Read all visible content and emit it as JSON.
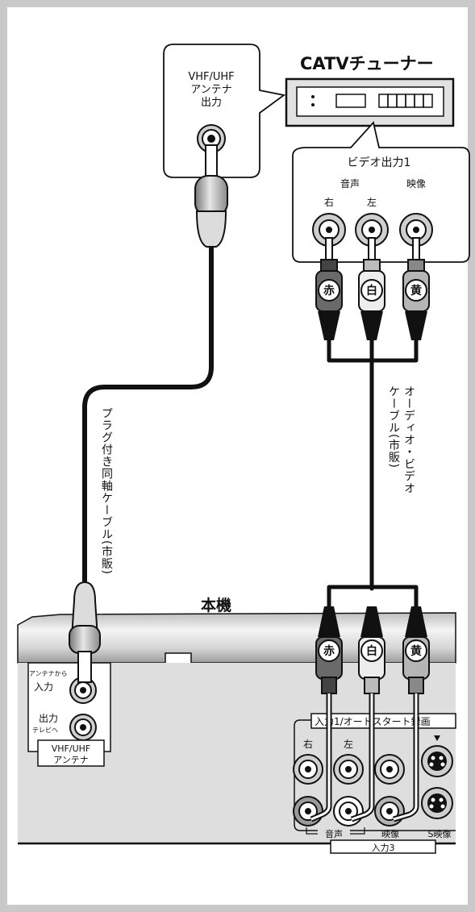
{
  "tuner": {
    "title": "CATVチューナー",
    "antenna_output": [
      "VHF/UHF",
      "アンテナ",
      "出力"
    ],
    "video_output_title": "ビデオ出力1",
    "audio_label": "音声",
    "video_label": "映像",
    "right_label": "右",
    "left_label": "左"
  },
  "plug_colors": {
    "red": "赤",
    "white": "白",
    "yellow": "黄"
  },
  "cables": {
    "coax": "プラグ付き同軸ケーブル(市販)",
    "av_line1": "オーディオ・ビデオ",
    "av_line2": "ケーブル(市販)"
  },
  "device": {
    "title": "本機",
    "antenna_in_small": "アンテナから",
    "antenna_in": "入力",
    "antenna_out": "出力",
    "antenna_out_small": "テレビへ",
    "antenna_block": [
      "VHF/UHF",
      "アンテナ"
    ],
    "input_header": "入力1/オートスタート録画",
    "right_label": "右",
    "left_label": "左",
    "audio_label": "音声",
    "video_label": "映像",
    "svideo_label": "S映像",
    "input3_label": "入力3"
  }
}
